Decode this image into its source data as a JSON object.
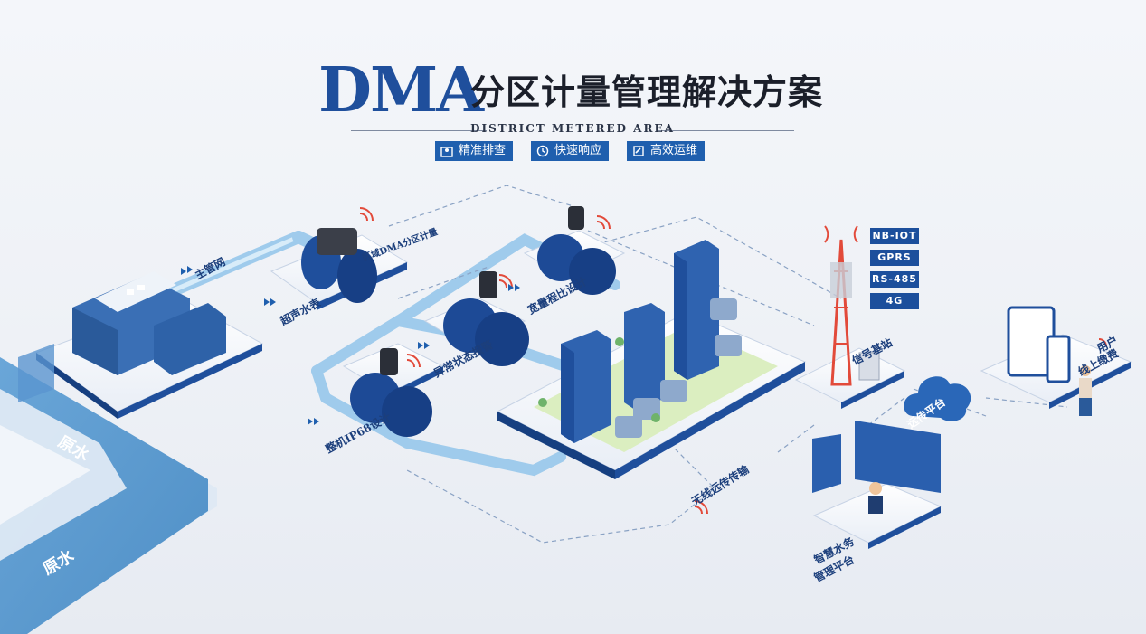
{
  "header": {
    "title_main": "DMA",
    "title_cn": "分区计量管理解决方案",
    "subtitle": "DISTRICT METERED AREA"
  },
  "tags": [
    {
      "label": "精准排查",
      "icon": "map-pin-icon"
    },
    {
      "label": "快速响应",
      "icon": "clock-icon"
    },
    {
      "label": "高效运维",
      "icon": "wrench-icon"
    }
  ],
  "network_protocols": [
    "NB-IOT",
    "GPRS",
    "RS-485",
    "4G"
  ],
  "labels": {
    "main_pipe": "主管网",
    "dma_meter": "区域DMA分区计量",
    "ultrasonic_meter": "超声水表",
    "wide_range": "宽量程比设计",
    "abnormal_alarm": "异常状态报警",
    "ip68": "整机IP68设计",
    "signal_station": "信号基站",
    "remote_platform": "远传平台",
    "user_payment_1": "用户",
    "user_payment_2": "线上缴费",
    "wireless": "无线远传传输",
    "smart_water_1": "智慧水务",
    "smart_water_2": "管理平台",
    "raw_water_1": "原水",
    "raw_water_2": "原水"
  },
  "colors": {
    "brand_blue": "#1f4f9c",
    "tag_blue": "#1f5fae",
    "river_blue": "#5a9ad1",
    "pipe_light": "#a9d2ee",
    "signal_red": "#e24a3a"
  }
}
